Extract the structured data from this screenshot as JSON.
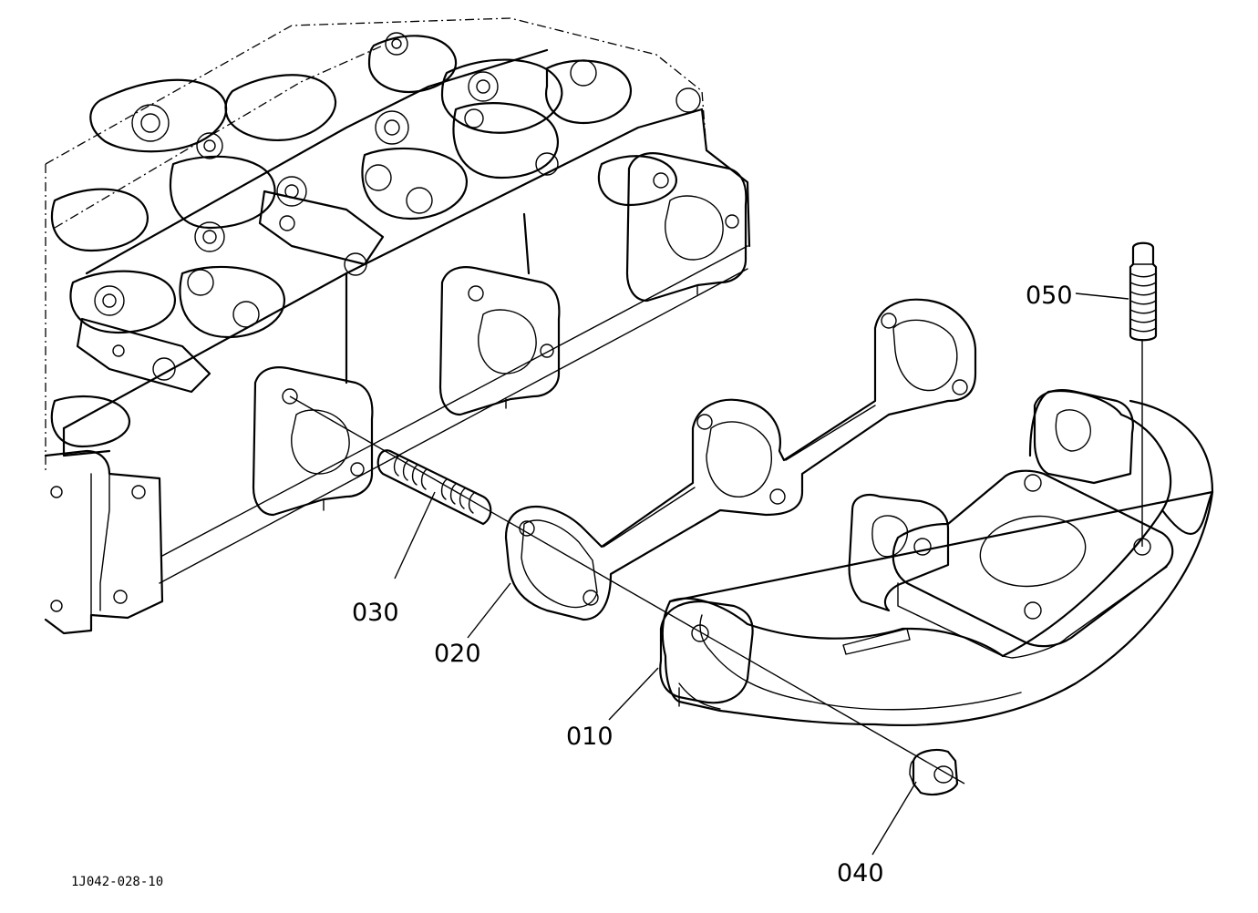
{
  "callouts": {
    "part_010": "010",
    "part_020": "020",
    "part_030": "030",
    "part_040": "040",
    "part_050": "050"
  },
  "figure_code": "1J042-028-10"
}
